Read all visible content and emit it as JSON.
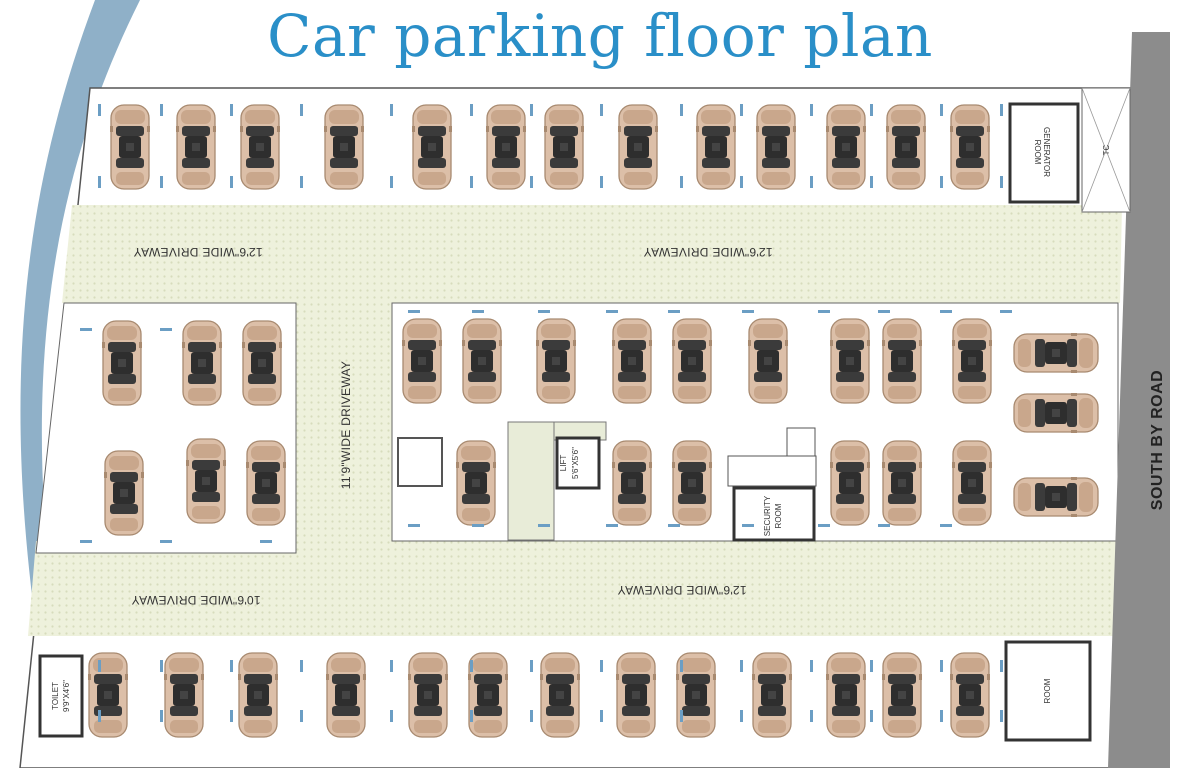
{
  "title": "Car parking floor plan",
  "road_label": "SOUTH BY ROAD",
  "driveways": {
    "top_left": "12'6\"WIDE DRIVEWAY",
    "top_right": "12'6\"WIDE DRIVEWAY",
    "vertical": "11'9\"WIDE DRIVEWAY",
    "bottom_left": "10'6\"WIDE DRIVEWAY",
    "bottom_right": "12'6\"WIDE DRIVEWAY"
  },
  "rooms": {
    "generator": [
      "GENERATOR",
      "ROOM"
    ],
    "tc": "TC",
    "lift": [
      "LIFT",
      "5'6\"X5'6\""
    ],
    "security": [
      "SECURITY",
      "ROOM"
    ],
    "toilet": [
      "TOILET",
      "9'9\"X4'6\""
    ],
    "room": "ROOM"
  },
  "colors": {
    "title": "#2a8fc8",
    "driveway": "#eef1dc",
    "car_body": "#dcbfa8",
    "car_dark": "#333333",
    "road": "#8c8c8c",
    "slot_marker": "#6b9ec4",
    "border_curve": "#8fb0c8"
  }
}
